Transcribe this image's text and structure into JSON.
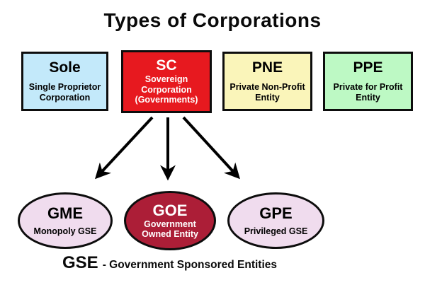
{
  "title": "Types of Corporations",
  "boxes": [
    {
      "acronym": "Sole",
      "description": "Single Proprietor Corporation"
    },
    {
      "acronym": "SC",
      "description": "Sovereign Corporation (Governments)"
    },
    {
      "acronym": "PNE",
      "description": "Private Non-Profit Entity"
    },
    {
      "acronym": "PPE",
      "description": "Private for Profit Entity"
    }
  ],
  "ellipses": [
    {
      "acronym": "GME",
      "description": "Monopoly GSE"
    },
    {
      "acronym": "GOE",
      "description": "Government Owned Entity"
    },
    {
      "acronym": "GPE",
      "description": "Privileged GSE"
    }
  ],
  "legend": {
    "abbr": "GSE",
    "text": "- Government Sponsored Entities"
  },
  "colors": {
    "background": "#ffffff",
    "border": "#0d0d0d",
    "arrow": "#000000",
    "sole_fill": "#c3e9fa",
    "sc_fill": "#e7191f",
    "pne_fill": "#faf5ba",
    "ppe_fill": "#bdf9c4",
    "gse_pink_fill": "#f0dcee",
    "goe_fill": "#ac1e37",
    "dark_text": "#000000",
    "light_text": "#ffffff"
  }
}
